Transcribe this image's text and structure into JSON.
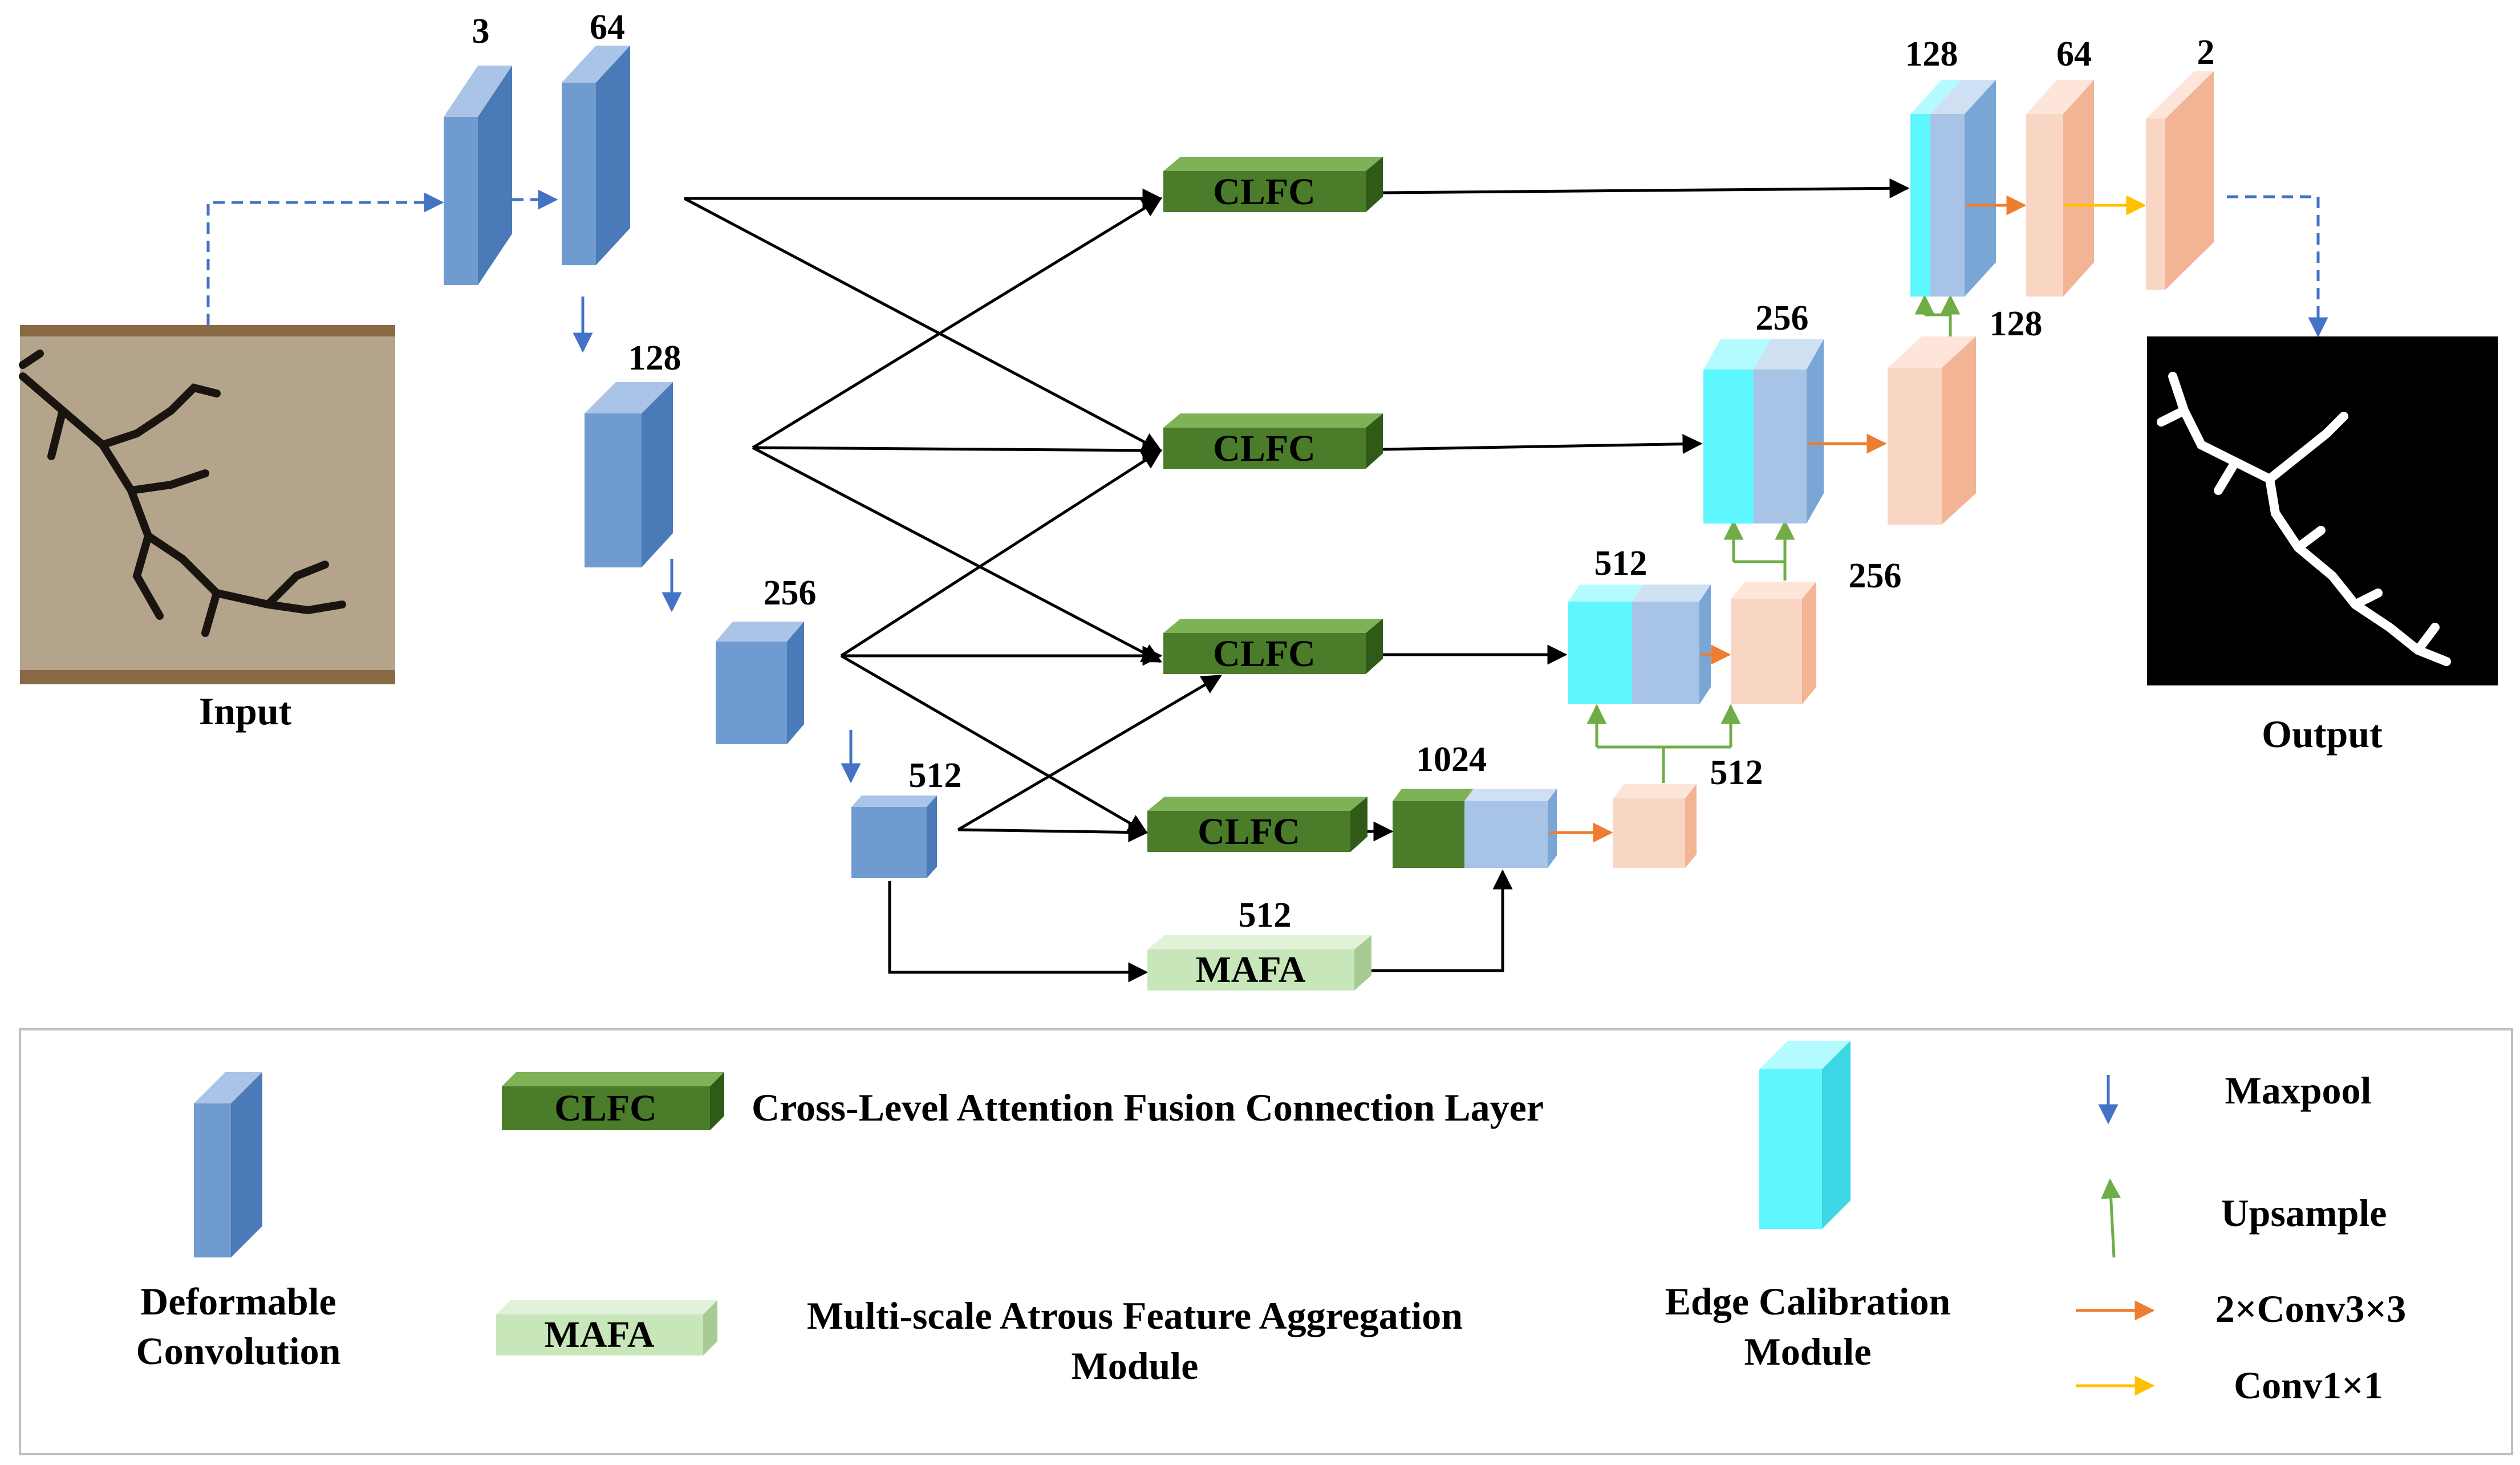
{
  "colors": {
    "conv_front": "#6f9bd0",
    "conv_side": "#4a7ab8",
    "conv_top": "#a9c4e6",
    "clfc_front": "#4a7c2a",
    "clfc_side": "#2f5a18",
    "clfc_top": "#7db257",
    "mafa_front": "#c7e6b9",
    "mafa_side": "#a6cc94",
    "mafa_top": "#e1f2d8",
    "edge_front": "#5ff7ff",
    "edge_side": "#3cd6e4",
    "edge_top": "#b3fbff",
    "feat_front": "#a7c3e6",
    "dec_front": "#f9d6c4",
    "dec_side": "#f2b494",
    "dec_top": "#fde6d9",
    "arrow_maxpool": "#4472c4",
    "arrow_upsample": "#70ad47",
    "arrow_conv3": "#ed7d31",
    "arrow_conv1": "#ffc000",
    "arrow_flow": "#000000",
    "input_brown": "#8a6a45",
    "input_fabric": "#b5a48c"
  },
  "encoder": {
    "ch_3": "3",
    "ch_64": "64",
    "ch_128": "128",
    "ch_256": "256",
    "ch_512": "512"
  },
  "clfc": {
    "label": "CLFC"
  },
  "mafa": {
    "label": "MAFA",
    "channels": "512"
  },
  "bottleneck": {
    "channels": "1024"
  },
  "decoder": {
    "ch_512": "512",
    "ch_512_dec": "512",
    "ch_256": "256",
    "ch_256_dec": "256",
    "ch_128": "128",
    "ch_128_dec": "128",
    "ch_64": "64",
    "ch_2": "2"
  },
  "images": {
    "input_label": "Input",
    "output_label": "Output"
  },
  "legend": {
    "deformable_line1": "Deformable",
    "deformable_line2": "Convolution",
    "clfc_block": "CLFC",
    "clfc_desc": "Cross-Level Attention Fusion Connection Layer",
    "mafa_block": "MAFA",
    "mafa_desc_line1": "Multi-scale Atrous Feature Aggregation",
    "mafa_desc_line2": "Module",
    "edge_line1": "Edge Calibration",
    "edge_line2": "Module",
    "maxpool": "Maxpool",
    "upsample": "Upsample",
    "conv3": "2×Conv3×3",
    "conv1": "Conv1×1"
  }
}
